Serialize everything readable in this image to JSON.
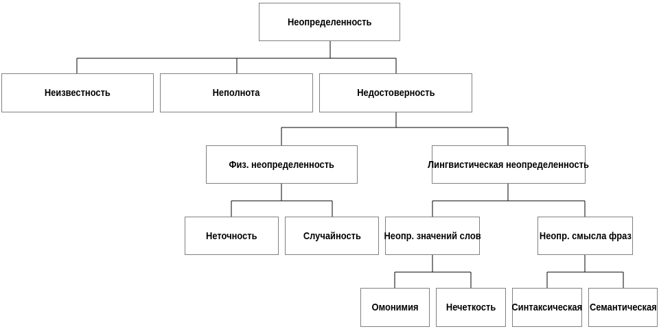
{
  "nodes": {
    "root": "Неопределенность",
    "unknown": "Неизвестность",
    "incomplete": "Неполнота",
    "unreliable": "Недостоверность",
    "physical": "Физ. неопределенность",
    "linguistic": "Лингвистическая неопределенность",
    "inaccuracy": "Неточность",
    "randomness": "Случайность",
    "word_meaning": "Неопр. значений слов",
    "phrase_meaning": "Неопр. смысла фраз",
    "homonymy": "Омонимия",
    "fuzziness": "Нечеткость",
    "syntactic": "Синтаксическая",
    "semantic": "Семантическая"
  }
}
